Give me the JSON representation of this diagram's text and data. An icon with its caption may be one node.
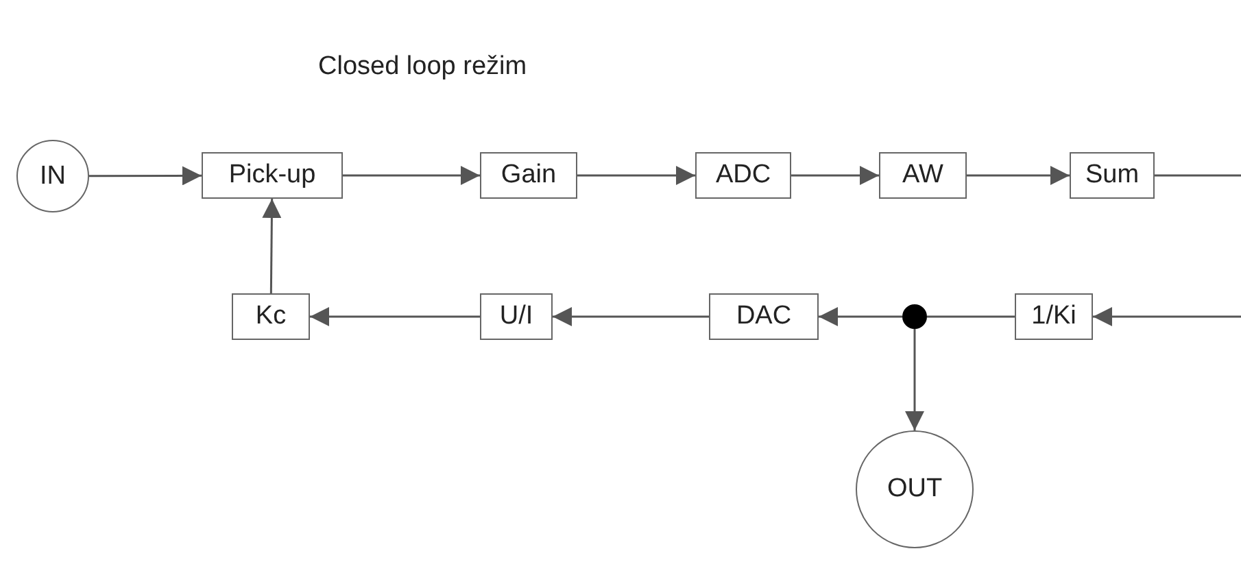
{
  "diagram": {
    "title": "Closed loop režim",
    "nodes": [
      {
        "text": [
          "IN"
        ]
      },
      {
        "text": [
          "Pick-up"
        ]
      },
      {
        "text": [
          "Gain"
        ]
      },
      {
        "text": [
          "ADC"
        ]
      },
      {
        "text": [
          "AW"
        ]
      },
      {
        "text": [
          "Sum"
        ]
      },
      {
        "text": [
          "Kc"
        ]
      },
      {
        "text": [
          "U/I"
        ]
      },
      {
        "text": [
          "DAC"
        ]
      },
      {
        "text": [],
        "shape": "circle"
      },
      {
        "text": [
          "1/Ki"
        ]
      },
      {
        "text": [
          "OUT"
        ]
      }
    ],
    "edges": [
      {
        "from": 0,
        "to": 1,
        "arrow": "to"
      },
      {
        "from": 1,
        "to": 2,
        "arrow": "to"
      },
      {
        "from": 2,
        "to": 3,
        "arrow": "to"
      },
      {
        "from": 3,
        "to": 4,
        "arrow": "to"
      },
      {
        "from": 4,
        "to": 5,
        "arrow": "to"
      },
      {
        "from": 5,
        "to": null,
        "arrow": "none"
      },
      {
        "from": null,
        "to": 10,
        "arrow": "to"
      },
      {
        "from": 10,
        "to": 9,
        "arrow": "none"
      },
      {
        "from": 9,
        "to": 8,
        "arrow": "to"
      },
      {
        "from": 9,
        "to": 11,
        "arrow": "to"
      },
      {
        "from": 8,
        "to": 7,
        "arrow": "to"
      },
      {
        "from": 7,
        "to": 6,
        "arrow": "to"
      },
      {
        "from": 6,
        "to": 1,
        "arrow": "to"
      }
    ]
  }
}
